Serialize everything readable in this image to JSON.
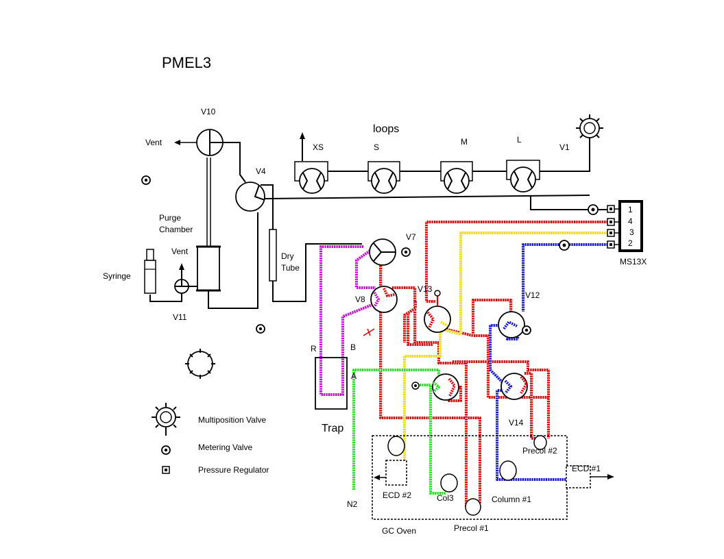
{
  "title": "PMEL3",
  "colors": {
    "magenta": "#d000d0",
    "red": "#e00000",
    "yellow": "#f0e000",
    "blue": "#1010e0",
    "green": "#20e020"
  },
  "labels": {
    "v10": "V10",
    "vent_top": "Vent",
    "v4": "V4",
    "loops": "loops",
    "xs": "XS",
    "s": "S",
    "m": "M",
    "l": "L",
    "v1": "V1",
    "purge": "Purge",
    "chamber": "Chamber",
    "vent_mid": "Vent",
    "syringe": "Syringe",
    "v11": "V11",
    "dry": "Dry",
    "tube": "Tube",
    "v7": "V7",
    "v8": "V8",
    "v13": "V13",
    "v12": "V12",
    "v14": "V14",
    "r": "R",
    "b": "B",
    "a": "A",
    "trap": "Trap",
    "n2": "N2",
    "ecd2": "ECD #2",
    "col3": "Col3",
    "column1": "Column #1",
    "precol2": "Precol #2",
    "ecd1": "ECD #1",
    "precol1": "Precol #1",
    "gc_oven": "GC Oven",
    "ms13x": "MS13X",
    "port1": "1",
    "port4": "4",
    "port3": "3",
    "port2": "2"
  },
  "legend": {
    "multiposition": "Multiposition Valve",
    "metering": "Metering Valve",
    "pressure": "Pressure Regulator"
  }
}
